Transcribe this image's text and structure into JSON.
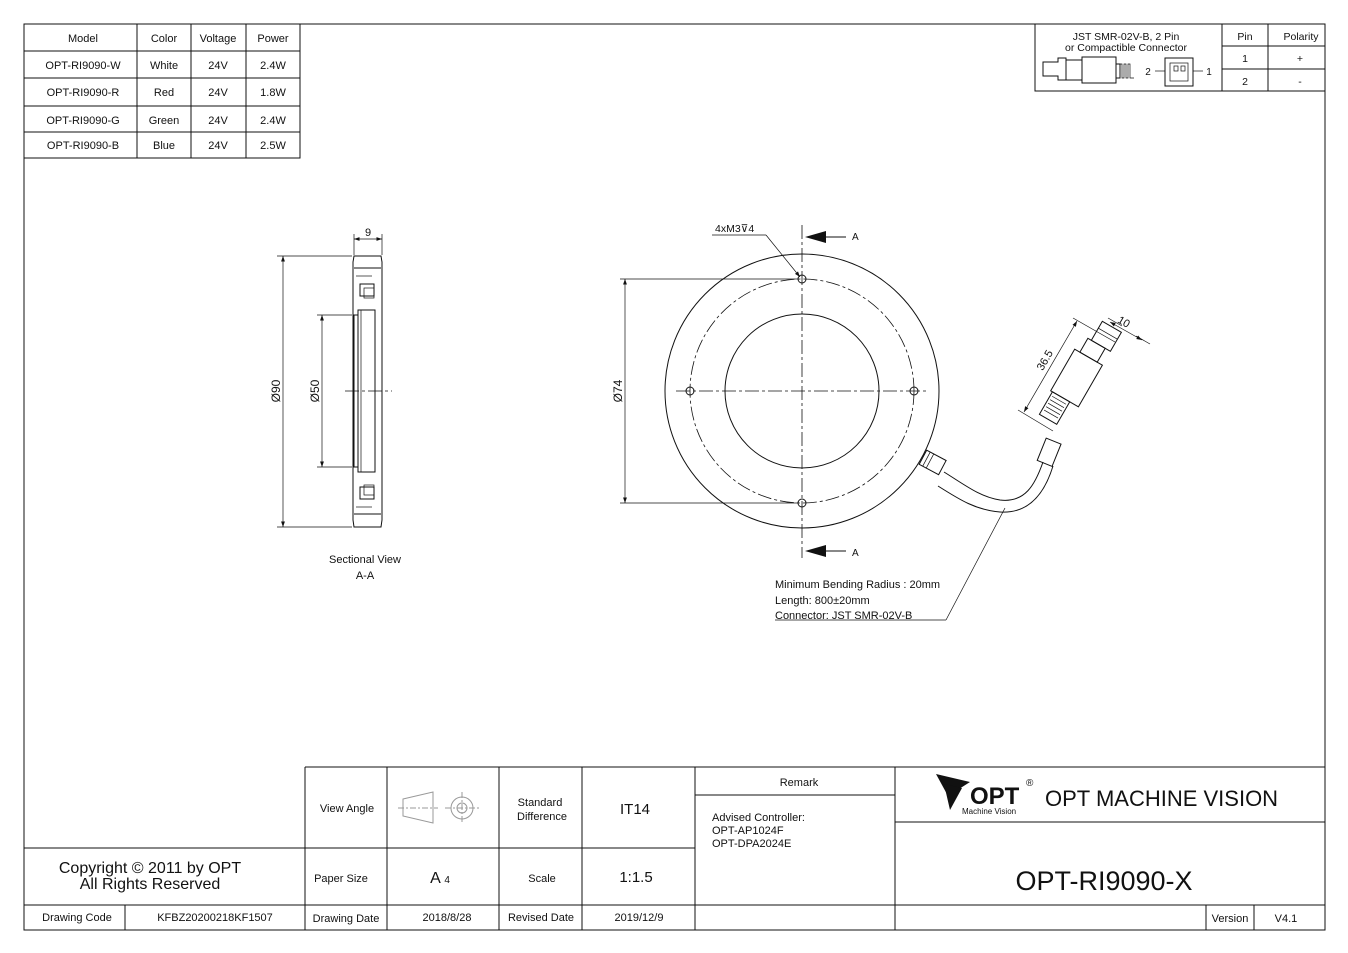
{
  "model_table": {
    "headers": [
      "Model",
      "Color",
      "Voltage",
      "Power"
    ],
    "rows": [
      [
        "OPT-RI9090-W",
        "White",
        "24V",
        "2.4W"
      ],
      [
        "OPT-RI9090-R",
        "Red",
        "24V",
        "1.8W"
      ],
      [
        "OPT-RI9090-G",
        "Green",
        "24V",
        "2.4W"
      ],
      [
        "OPT-RI9090-B",
        "Blue",
        "24V",
        "2.5W"
      ]
    ]
  },
  "connector_table": {
    "title_line1": "JST SMR-02V-B, 2 Pin",
    "title_line2": "or Compactible Connector",
    "pin_header": "Pin",
    "polarity_header": "Polarity",
    "rows": [
      [
        "1",
        "+"
      ],
      [
        "2",
        "-"
      ]
    ],
    "pin_label_2": "2",
    "pin_label_1": "1"
  },
  "section_view": {
    "dim_width": "9",
    "dim_outer": "Ø90",
    "dim_inner": "Ø50",
    "caption_line1": "Sectional View",
    "caption_line2": "A-A"
  },
  "front_view": {
    "hole_note": "4xM3⊽4",
    "section_mark": "A",
    "dim_bolt_circle": "Ø74",
    "dim_connector_len": "36.5",
    "dim_connector_width": "10"
  },
  "cable_notes": [
    "Minimum Bending Radius : 20mm",
    "Length: 800±20mm",
    "Connector: JST SMR-02V-B"
  ],
  "title_block": {
    "copyright_line1": "Copyright © 2011 by OPT",
    "copyright_line2": "All Rights Reserved",
    "drawing_code_label": "Drawing Code",
    "drawing_code": "KFBZ20200218KF1507",
    "view_angle_label": "View Angle",
    "standard_difference_label_1": "Standard",
    "standard_difference_label_2": "Difference",
    "standard_difference": "IT14",
    "paper_size_label": "Paper Size",
    "paper_size_main": "A",
    "paper_size_sub": "4",
    "scale_label": "Scale",
    "scale": "1:1.5",
    "drawing_date_label": "Drawing Date",
    "drawing_date": "2018/8/28",
    "revised_date_label": "Revised Date",
    "revised_date": "2019/12/9",
    "remark_label": "Remark",
    "remark_lines": [
      "Advised Controller:",
      "OPT-AP1024F",
      "OPT-DPA2024E"
    ],
    "logo_text": "OPT",
    "logo_registered": "®",
    "logo_sub": "Machine Vision",
    "company": "OPT MACHINE VISION",
    "part_number": "OPT-RI9090-X",
    "version_label": "Version",
    "version": "V4.1"
  }
}
